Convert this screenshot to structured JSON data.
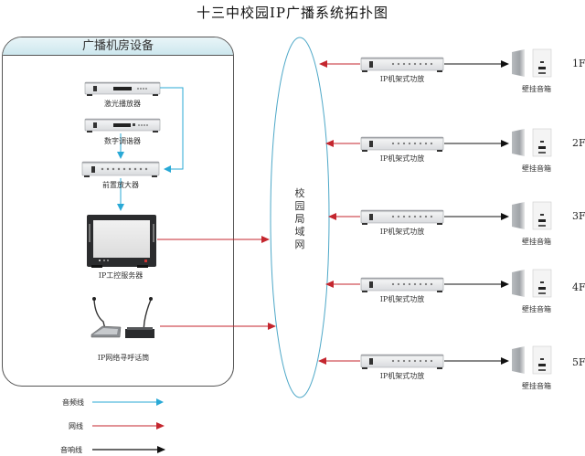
{
  "title": "十三中校园IP广播系统拓扑图",
  "panel": {
    "header": "广播机房设备",
    "devices": [
      {
        "label": "激光播放器",
        "icon": "rack-player-icon"
      },
      {
        "label": "数字调谐器",
        "icon": "rack-tuner-icon"
      },
      {
        "label": "前置放大器",
        "icon": "rack-preamp-icon"
      },
      {
        "label": "IP工控服务器",
        "icon": "server-icon"
      },
      {
        "label": "IP网络寻呼话筒",
        "icon": "paging-microphone-icon"
      }
    ]
  },
  "network": {
    "label_chars": [
      "校",
      "园",
      "局",
      "域",
      "网"
    ]
  },
  "zones": [
    {
      "floor": "1F",
      "amplifier": "IP机架式功放",
      "speaker": "壁挂音箱"
    },
    {
      "floor": "2F",
      "amplifier": "IP机架式功放",
      "speaker": "壁挂音箱"
    },
    {
      "floor": "3F",
      "amplifier": "IP机架式功放",
      "speaker": "壁挂音箱"
    },
    {
      "floor": "4F",
      "amplifier": "IP机架式功放",
      "speaker": "壁挂音箱"
    },
    {
      "floor": "5F",
      "amplifier": "IP机架式功放",
      "speaker": "壁挂音箱"
    }
  ],
  "legend": [
    {
      "label": "音频线",
      "color": "#29a9d6"
    },
    {
      "label": "网线",
      "color": "#c4262e"
    },
    {
      "label": "音响线",
      "color": "#111111"
    }
  ]
}
